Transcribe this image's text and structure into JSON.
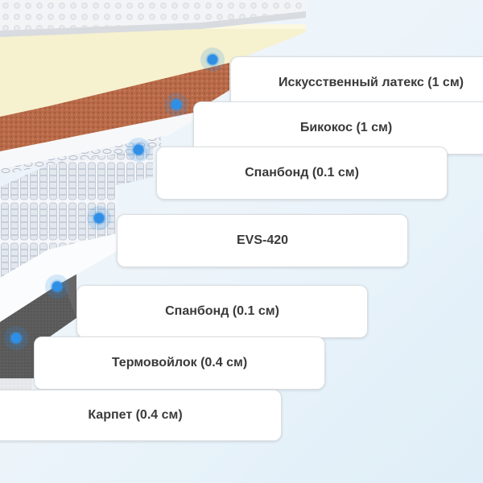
{
  "layers": [
    {
      "id": "latex",
      "label": "Искусственный латекс (1 см)"
    },
    {
      "id": "bicoco",
      "label": "Бикокос (1 см)"
    },
    {
      "id": "spunbond-top",
      "label": "Спанбонд (0.1 см)"
    },
    {
      "id": "springs",
      "label": "EVS-420"
    },
    {
      "id": "spunbond-bottom",
      "label": "Спанбонд (0.1 см)"
    },
    {
      "id": "felt",
      "label": "Термовойлок (0.4 см)"
    },
    {
      "id": "carpet",
      "label": "Карпет (0.4 см)"
    }
  ],
  "colors": {
    "marker": "#2f8fe6",
    "latex": "#f6f1cf",
    "bicoco": "#b86b4a",
    "felt": "#5d5d5d",
    "carpet": "#e9eaec"
  }
}
